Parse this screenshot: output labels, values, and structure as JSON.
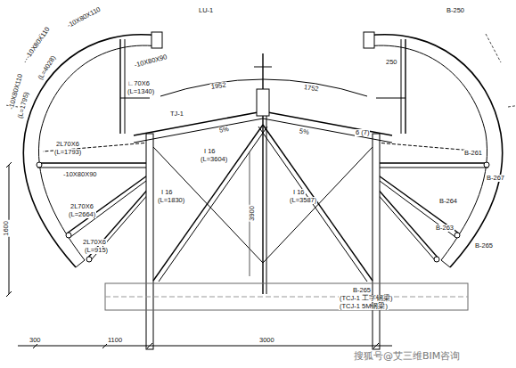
{
  "diagram": {
    "labels": [
      "LU-1",
      "-10X80X110",
      "-10X80X110",
      "(L=4028)",
      "-10X80X110",
      "(L=1795)",
      "∟70X6",
      "(L=1340)",
      "-10X80X90",
      "1952",
      "1752",
      "5%",
      "5%",
      "TJ-1",
      "6 (7)",
      "B-250",
      "250",
      "B-261",
      "B-267",
      "B-264",
      "B-263",
      "B-265",
      "2L70X6",
      "(L=1793)",
      "-10X80X90",
      "2L70X6",
      "(L=2664)",
      "2L70X6",
      "(L=915)",
      "I 16",
      "(L=3604)",
      "I 16",
      "(L=1830)",
      "I 16",
      "(L=3587)",
      "3900",
      "B-265",
      "(TCJ-1 工字钢梁)",
      "(TCJ-1 5M钢梁)",
      "300",
      "1100",
      "3000",
      "1600",
      "搜狐号@艾三维BIM咨询"
    ]
  }
}
